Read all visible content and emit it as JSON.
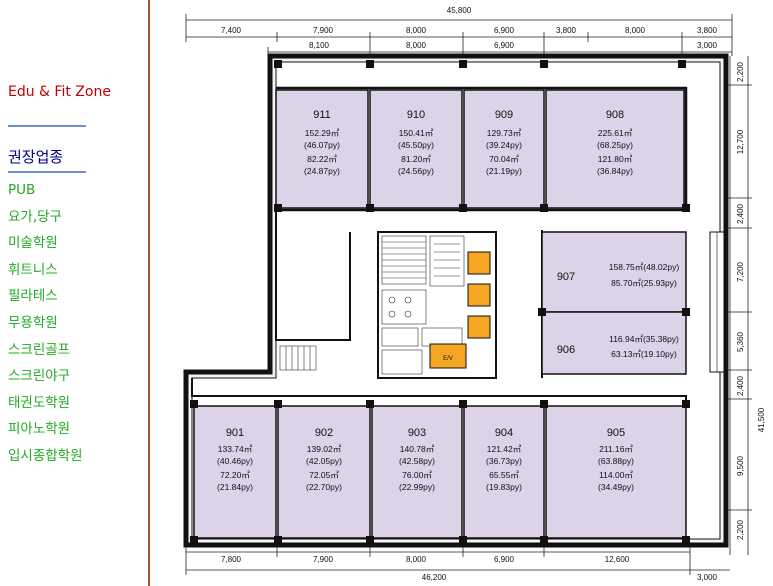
{
  "sidebar": {
    "zone_title": "Edu & Fit Zone",
    "category_title": "권장업종",
    "items": [
      "PUB",
      "요가,당구",
      "미술학원",
      "휘트니스",
      "필라테스",
      "무용학원",
      "스크린골프",
      "스크린야구",
      "태권도학원",
      "피아노학원",
      "입시종합학원"
    ]
  },
  "dimensions": {
    "top_total": "45,800",
    "top_row1": [
      "7,400",
      "7,900",
      "8,000",
      "6,900",
      "3,800",
      "8,000",
      "3,800"
    ],
    "top_row2": [
      "8,100",
      "8,000",
      "6,900",
      "3,000"
    ],
    "right": [
      "2,200",
      "12,700",
      "2,400",
      "7,200",
      "5,360",
      "2,400",
      "9,500",
      "2,200"
    ],
    "right_total": "41,500",
    "bottom_row1": [
      "7,800",
      "7,900",
      "8,000",
      "6,900",
      "12,600"
    ],
    "bottom_total": "46,200",
    "bottom_extra": "3,000"
  },
  "units": [
    {
      "id": "911",
      "lines": [
        "152.29㎡",
        "(46.07py)",
        "82.22㎡",
        "(24.87py)"
      ]
    },
    {
      "id": "910",
      "lines": [
        "150.41㎡",
        "(45.50py)",
        "81.20㎡",
        "(24.56py)"
      ]
    },
    {
      "id": "909",
      "lines": [
        "129.73㎡",
        "(39.24py)",
        "70.04㎡",
        "(21.19py)"
      ]
    },
    {
      "id": "908",
      "lines": [
        "225.61㎡",
        "(68.25py)",
        "121.80㎡",
        "(36.84py)"
      ]
    },
    {
      "id": "907",
      "lines": [
        "158.75㎡(48.02py)",
        "85.70㎡(25.93py)"
      ]
    },
    {
      "id": "906",
      "lines": [
        "116.94㎡(35.38py)",
        "63.13㎡(19.10py)"
      ]
    },
    {
      "id": "901",
      "lines": [
        "133.74㎡",
        "(40.46py)",
        "72.20㎡",
        "(21.84py)"
      ]
    },
    {
      "id": "902",
      "lines": [
        "139.02㎡",
        "(42.05py)",
        "72.05㎡",
        "(22.70py)"
      ]
    },
    {
      "id": "903",
      "lines": [
        "140.78㎡",
        "(42.58py)",
        "76.00㎡",
        "(22.99py)"
      ]
    },
    {
      "id": "904",
      "lines": [
        "121.42㎡",
        "(36.73py)",
        "65.55㎡",
        "(19.83py)"
      ]
    },
    {
      "id": "905",
      "lines": [
        "211.16㎡",
        "(63.88py)",
        "114.00㎡",
        "(34.49py)"
      ]
    }
  ],
  "core": {
    "elevator_label": "E/V"
  },
  "colors": {
    "unit_fill": "#ddd3e8",
    "core_fill": "#f5a623",
    "wall": "#111111",
    "menu_green": "#22aa22",
    "zone_red": "#c00000"
  }
}
